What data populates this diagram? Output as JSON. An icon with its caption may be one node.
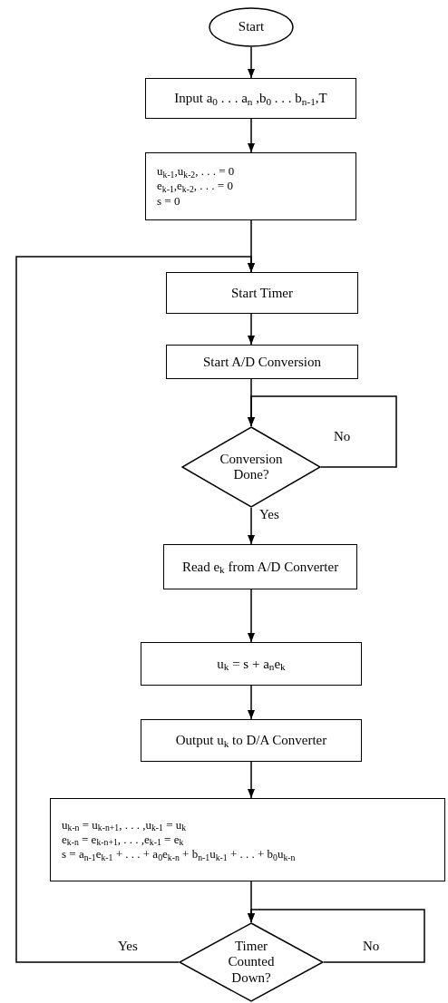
{
  "diagram": {
    "nodes": [
      {
        "text": [
          "Start"
        ]
      },
      {
        "text": [
          "Input a$_{0}$ . . . a$_{n}$ ,b$_{0}$ . . . b$_{n-1}$,T"
        ]
      },
      {
        "text": [
          "u$_{k-1}$,u$_{k-2}$, . . . = 0",
          "e$_{k-1}$,e$_{k-2}$, . . . = 0",
          "s = 0"
        ]
      },
      {
        "text": [
          "Start Timer"
        ]
      },
      {
        "text": [
          "Start A/D Conversion"
        ]
      },
      {
        "text": [
          "Conversion Done?"
        ]
      },
      {
        "text": [
          "Read e$_{k}$ from A/D Converter"
        ]
      },
      {
        "text": [
          "u$_{k}$ = s + a$_{n}$e$_{k}$"
        ]
      },
      {
        "text": [
          "Output u$_{k}$ to D/A Converter"
        ]
      },
      {
        "text": [
          "u$_{k-n}$ = u$_{k-n+1}$, . . . ,u$_{k-1}$ = u$_{k}$",
          "e$_{k-n}$ = e$_{k-n+1}$, . . . ,e$_{k-1}$ = e$_{k}$",
          "s = a$_{n-1}$e$_{k-1}$ + . . . + a$_{0}$e$_{k-n}$ + b$_{n-1}$u$_{k-1}$ + . . . + b$_{0}$u$_{k-n}$"
        ]
      },
      {
        "text": [
          "Timer Counted Down?"
        ]
      }
    ],
    "edges": [
      {
        "from": 0,
        "to": 1,
        "arrow": "to"
      },
      {
        "from": 1,
        "to": 2,
        "arrow": "to"
      },
      {
        "from": 2,
        "to": 3,
        "arrow": "to"
      },
      {
        "from": 3,
        "to": 4,
        "arrow": "to"
      },
      {
        "from": 4,
        "to": 5,
        "arrow": "to"
      },
      {
        "from": 5,
        "to": 5,
        "label": "No",
        "arrow": "to"
      },
      {
        "from": 5,
        "to": 6,
        "label": "Yes",
        "arrow": "to"
      },
      {
        "from": 6,
        "to": 7,
        "arrow": "to"
      },
      {
        "from": 7,
        "to": 8,
        "arrow": "to"
      },
      {
        "from": 8,
        "to": 9,
        "arrow": "to"
      },
      {
        "from": 9,
        "to": 10,
        "arrow": "to"
      },
      {
        "from": 10,
        "to": 10,
        "label": "No",
        "arrow": "to"
      },
      {
        "from": 10,
        "to": 3,
        "label": "Yes",
        "arrow": "to"
      }
    ]
  }
}
